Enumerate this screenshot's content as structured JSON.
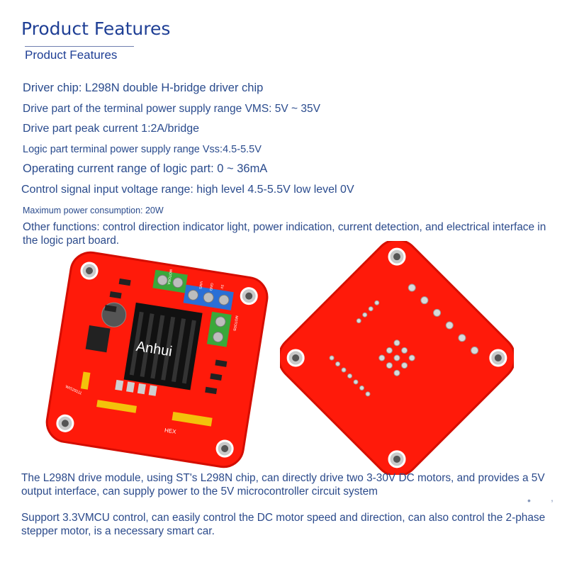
{
  "header": {
    "title": "Product Features",
    "subtitle": "Product Features"
  },
  "features": [
    "Driver chip: L298N double H-bridge driver chip",
    "Drive part of the terminal power supply range VMS: 5V ~ 35V",
    "Drive part peak current 1:2A/bridge",
    "Logic part terminal power supply range Vss:4.5-5.5V",
    "Operating current range of logic part: 0 ~ 36mA",
    "Control signal input voltage range: high level 4.5-5.5V low level 0V",
    "Maximum power consumption: 20W",
    "Other functions: control direction indicator light, power indication, current detection, and electrical interface in the logic part board."
  ],
  "board_front": {
    "brand_text": "Anhui",
    "terminal_labels": [
      "MOTORA",
      "VMS",
      "GND",
      "5V",
      "MOTORB"
    ],
    "label_hex": "HEX",
    "label_code": "WIS29111"
  },
  "paragraphs": [
    "The L298N drive module, using ST's L298N chip, can directly drive two 3-30V DC motors, and provides a 5V output interface, can supply power to the 5V microcontroller circuit system",
    "Support 3.3VMCU control, can easily control the DC motor speed and direction, can also control the 2-phase stepper motor, is a necessary smart car."
  ],
  "stray_mark": ",",
  "colors": {
    "pcb_red": "#ff1a0a",
    "terminal_green": "#3aa83a",
    "terminal_blue": "#2a6fd6",
    "text_blue": "#2a4b8d"
  }
}
